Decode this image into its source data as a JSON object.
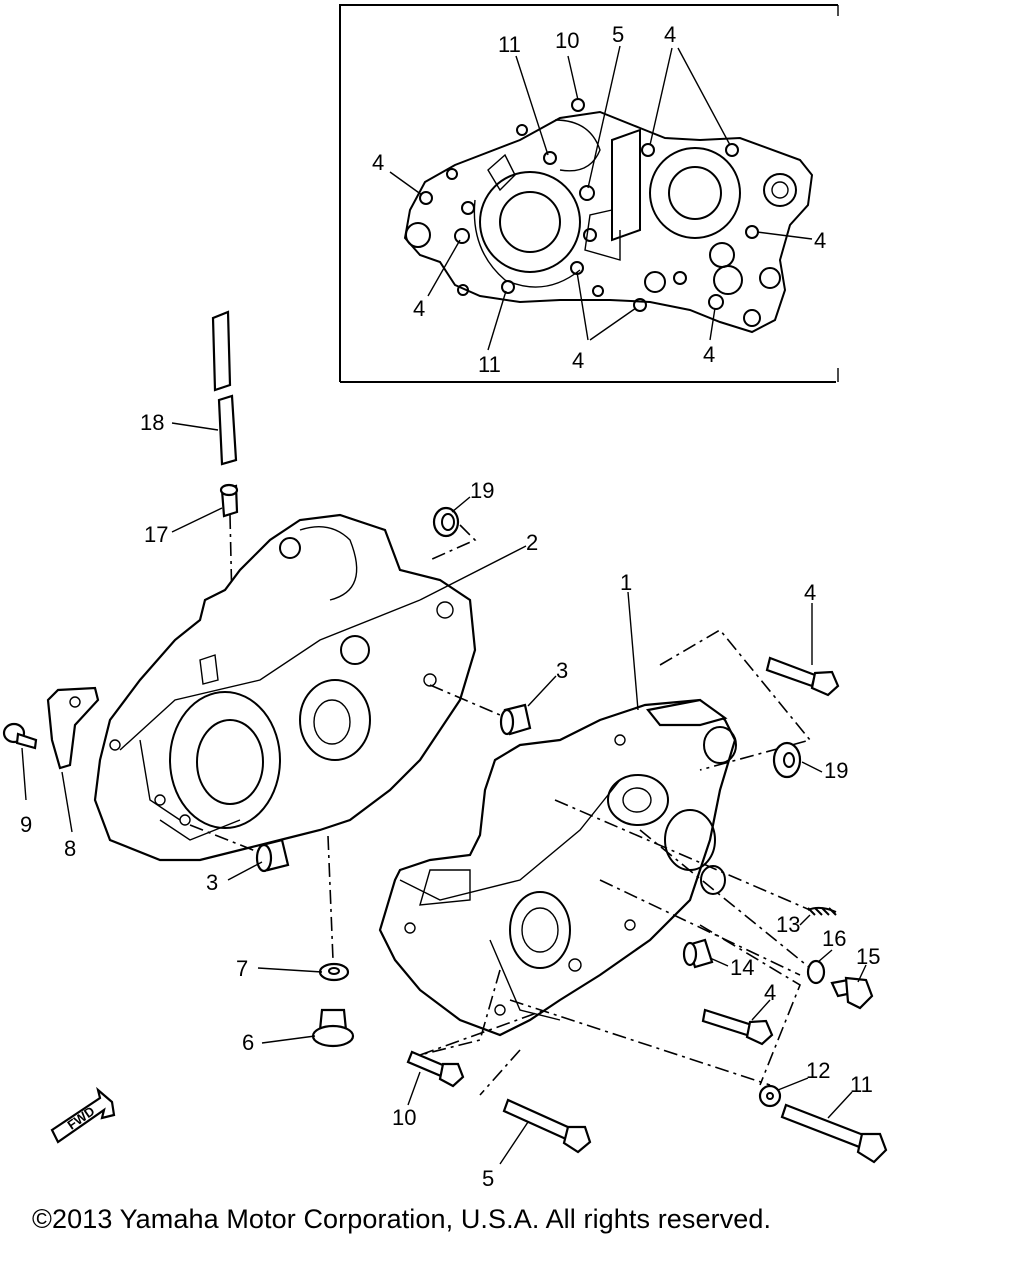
{
  "copyright": "©2013 Yamaha Motor Corporation, U.S.A. All rights reserved.",
  "fwd_label": "FWD",
  "inset_callouts": [
    {
      "id": "inset-11-top",
      "text": "11"
    },
    {
      "id": "inset-10",
      "text": "10"
    },
    {
      "id": "inset-5",
      "text": "5"
    },
    {
      "id": "inset-4-top",
      "text": "4"
    },
    {
      "id": "inset-4-left",
      "text": "4"
    },
    {
      "id": "inset-4-right",
      "text": "4"
    },
    {
      "id": "inset-4-lowleft",
      "text": "4"
    },
    {
      "id": "inset-11-bottom",
      "text": "11"
    },
    {
      "id": "inset-4-bottom",
      "text": "4"
    },
    {
      "id": "inset-4-bottomright",
      "text": "4"
    }
  ],
  "main_callouts": [
    {
      "id": "main-18",
      "text": "18"
    },
    {
      "id": "main-17",
      "text": "17"
    },
    {
      "id": "main-19-top",
      "text": "19"
    },
    {
      "id": "main-2",
      "text": "2"
    },
    {
      "id": "main-1",
      "text": "1"
    },
    {
      "id": "main-4-top",
      "text": "4"
    },
    {
      "id": "main-3-mid",
      "text": "3"
    },
    {
      "id": "main-19-right",
      "text": "19"
    },
    {
      "id": "main-9",
      "text": "9"
    },
    {
      "id": "main-8",
      "text": "8"
    },
    {
      "id": "main-3-low",
      "text": "3"
    },
    {
      "id": "main-13",
      "text": "13"
    },
    {
      "id": "main-16",
      "text": "16"
    },
    {
      "id": "main-15",
      "text": "15"
    },
    {
      "id": "main-14",
      "text": "14"
    },
    {
      "id": "main-7",
      "text": "7"
    },
    {
      "id": "main-4-low",
      "text": "4"
    },
    {
      "id": "main-6",
      "text": "6"
    },
    {
      "id": "main-12",
      "text": "12"
    },
    {
      "id": "main-11",
      "text": "11"
    },
    {
      "id": "main-10",
      "text": "10"
    },
    {
      "id": "main-5",
      "text": "5"
    }
  ]
}
